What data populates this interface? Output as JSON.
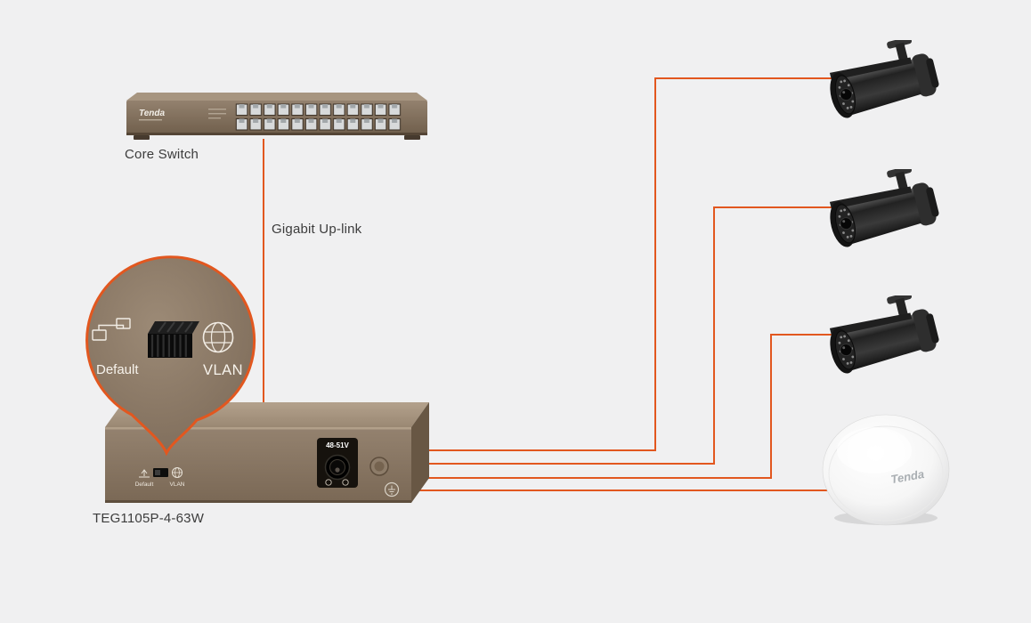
{
  "page": {
    "background": "#f0f0f1",
    "accent_color": "#e2571f"
  },
  "core_switch": {
    "label": "Core Switch",
    "brand": "Tenda"
  },
  "uplink": {
    "label": "Gigabit Up-link"
  },
  "callout": {
    "default_label": "Default",
    "vlan_label": "VLAN"
  },
  "poe_switch": {
    "model": "TEG1105P-4-63W",
    "power_label": "48-51V",
    "dip_default_label": "Default",
    "dip_vlan_label": "VLAN"
  },
  "access_point": {
    "brand": "Tenda"
  },
  "cameras": {
    "count": 3
  }
}
